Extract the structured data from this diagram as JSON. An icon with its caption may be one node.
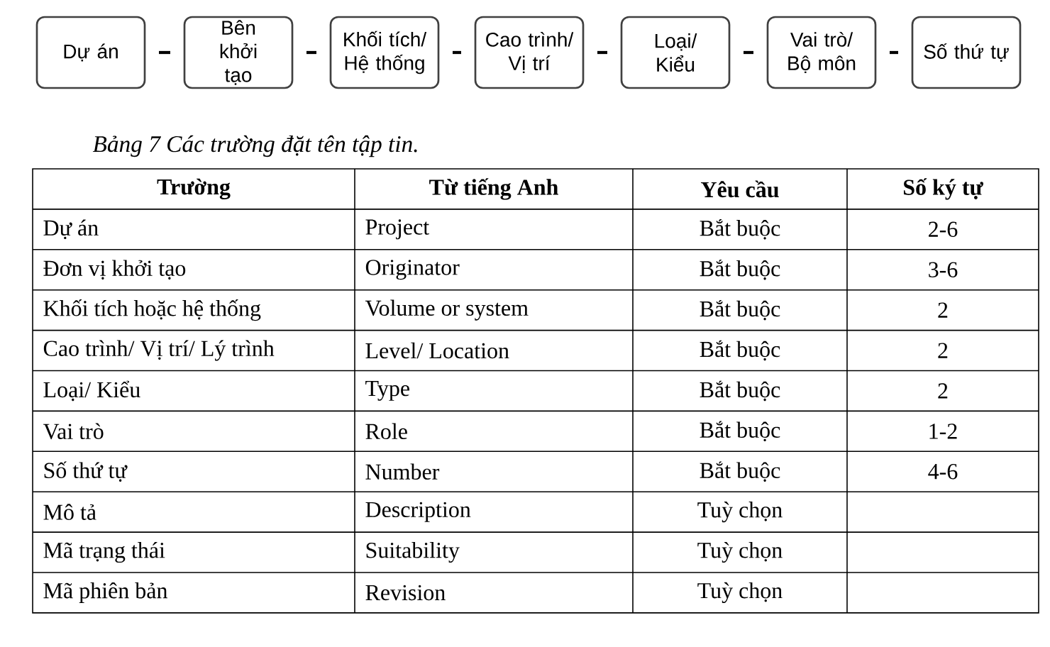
{
  "diagram": {
    "caption": "Bảng 7 Các trường đặt tên tập tin.",
    "nodes": [
      {
        "text": [
          "Dự án"
        ]
      },
      {
        "text": [
          "Bên khởi tạo"
        ]
      },
      {
        "text": [
          "Khối tích/ Hệ thống"
        ]
      },
      {
        "text": [
          "Cao trình/ Vị trí"
        ]
      },
      {
        "text": [
          "Loại/ Kiểu"
        ]
      },
      {
        "text": [
          "Vai trò/ Bộ môn"
        ]
      },
      {
        "text": [
          "Số thứ tự"
        ]
      }
    ],
    "edges": [
      {
        "from": 0,
        "to": 1,
        "arrow": "none"
      },
      {
        "from": 1,
        "to": 2,
        "arrow": "none"
      },
      {
        "from": 2,
        "to": 3,
        "arrow": "none"
      },
      {
        "from": 3,
        "to": 4,
        "arrow": "none"
      },
      {
        "from": 4,
        "to": 5,
        "arrow": "none"
      },
      {
        "from": 5,
        "to": 6,
        "arrow": "none"
      }
    ],
    "labels": [
      "Trường",
      "Từ tiếng Anh",
      "Yêu cầu",
      "Số ký tự",
      "Dự án",
      "Project",
      "Bắt buộc",
      "2-6",
      "Đơn vị khởi tạo",
      "Originator",
      "Bắt buộc",
      "3-6",
      "Khối tích hoặc hệ thống",
      "Volume or system",
      "Bắt buộc",
      "2",
      "Cao trình/ Vị trí/ Lý trình",
      "Level/ Location",
      "Bắt buộc",
      "2",
      "Loại/ Kiểu",
      "Type",
      "Bắt buộc",
      "2",
      "Vai trò",
      "Role",
      "Bắt buộc",
      "1-2",
      "Số thứ tự",
      "Number",
      "Bắt buộc",
      "4-6",
      "Mô tả",
      "Description",
      "Tuỳ chọn",
      "Mã trạng thái",
      "Suitability",
      "Tuỳ chọn",
      "Mã phiên bản",
      "Revision",
      "Tuỳ chọn"
    ]
  }
}
